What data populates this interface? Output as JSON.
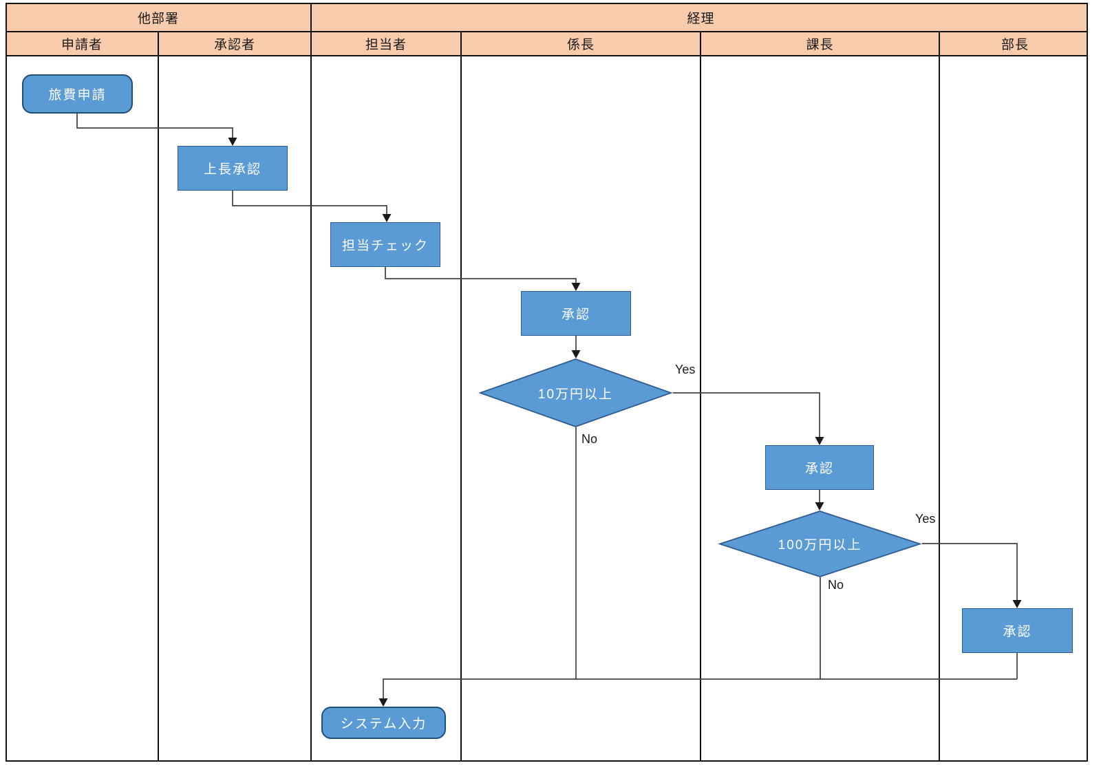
{
  "diagram_type": "swimlane-flowchart",
  "header": {
    "groups": [
      {
        "label": "他部署"
      },
      {
        "label": "経理"
      }
    ],
    "lanes": [
      {
        "label": "申請者"
      },
      {
        "label": "承認者"
      },
      {
        "label": "担当者"
      },
      {
        "label": "係長"
      },
      {
        "label": "課長"
      },
      {
        "label": "部長"
      }
    ]
  },
  "nodes": [
    {
      "id": "n1",
      "label": "旅費申請",
      "type": "terminator",
      "lane": "申請者"
    },
    {
      "id": "n2",
      "label": "上長承認",
      "type": "process",
      "lane": "承認者"
    },
    {
      "id": "n3",
      "label": "担当チェック",
      "type": "process",
      "lane": "担当者"
    },
    {
      "id": "n4",
      "label": "承認",
      "type": "process",
      "lane": "係長"
    },
    {
      "id": "n5",
      "label": "10万円以上",
      "type": "decision",
      "lane": "係長"
    },
    {
      "id": "n6",
      "label": "承認",
      "type": "process",
      "lane": "課長"
    },
    {
      "id": "n7",
      "label": "100万円以上",
      "type": "decision",
      "lane": "課長"
    },
    {
      "id": "n8",
      "label": "承認",
      "type": "process",
      "lane": "部長"
    },
    {
      "id": "n9",
      "label": "システム入力",
      "type": "terminator",
      "lane": "担当者"
    }
  ],
  "edges": [
    {
      "from": "n1",
      "to": "n2",
      "label": ""
    },
    {
      "from": "n2",
      "to": "n3",
      "label": ""
    },
    {
      "from": "n3",
      "to": "n4",
      "label": ""
    },
    {
      "from": "n4",
      "to": "n5",
      "label": ""
    },
    {
      "from": "n5",
      "to": "n6",
      "label": "Yes"
    },
    {
      "from": "n5",
      "to": "n9",
      "label": "No"
    },
    {
      "from": "n6",
      "to": "n7",
      "label": ""
    },
    {
      "from": "n7",
      "to": "n8",
      "label": "Yes"
    },
    {
      "from": "n7",
      "to": "n9",
      "label": "No"
    },
    {
      "from": "n8",
      "to": "n9",
      "label": ""
    }
  ],
  "colors": {
    "lane_header_fill": "#F8CBAD",
    "node_fill": "#5B9BD5",
    "node_border": "#2E5B8F",
    "terminator_border": "#1F4E79",
    "connector": "#404040",
    "table_border": "#111111",
    "node_text": "#FFFFFF"
  }
}
